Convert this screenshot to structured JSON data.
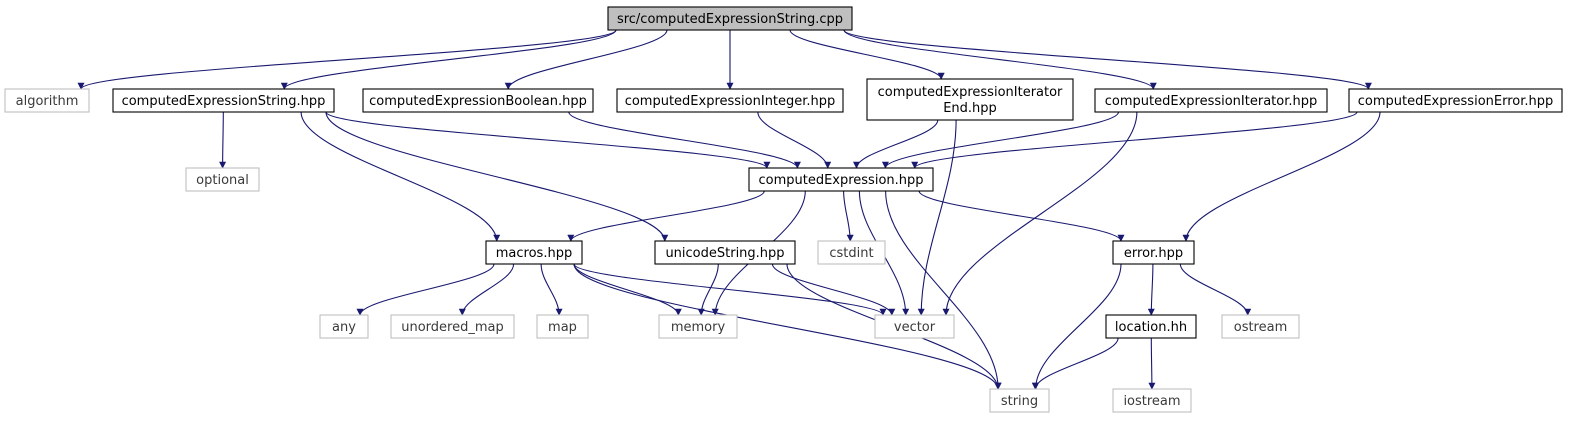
{
  "title": "src/computedExpressionString.cpp",
  "colors": {
    "edge": "#191970",
    "root_fill": "#bfbfbf",
    "node_border": "#000000",
    "external_border": "#bfbfbf"
  },
  "nodes": {
    "root": {
      "lines": [
        "src/computedExpressionString.cpp"
      ],
      "kind": "root"
    },
    "algorithm": {
      "lines": [
        "algorithm"
      ],
      "kind": "external"
    },
    "ceString": {
      "lines": [
        "computedExpressionString.hpp"
      ],
      "kind": "file"
    },
    "ceBoolean": {
      "lines": [
        "computedExpressionBoolean.hpp"
      ],
      "kind": "file"
    },
    "ceInteger": {
      "lines": [
        "computedExpressionInteger.hpp"
      ],
      "kind": "file"
    },
    "ceIterEnd": {
      "lines": [
        "computedExpressionIterator",
        "End.hpp"
      ],
      "kind": "file"
    },
    "ceIterator": {
      "lines": [
        "computedExpressionIterator.hpp"
      ],
      "kind": "file"
    },
    "ceError": {
      "lines": [
        "computedExpressionError.hpp"
      ],
      "kind": "file"
    },
    "optional": {
      "lines": [
        "optional"
      ],
      "kind": "external"
    },
    "ce": {
      "lines": [
        "computedExpression.hpp"
      ],
      "kind": "file"
    },
    "macros": {
      "lines": [
        "macros.hpp"
      ],
      "kind": "file"
    },
    "unicodeString": {
      "lines": [
        "unicodeString.hpp"
      ],
      "kind": "file"
    },
    "cstdint": {
      "lines": [
        "cstdint"
      ],
      "kind": "external"
    },
    "error": {
      "lines": [
        "error.hpp"
      ],
      "kind": "file"
    },
    "any": {
      "lines": [
        "any"
      ],
      "kind": "external"
    },
    "unordered_map": {
      "lines": [
        "unordered_map"
      ],
      "kind": "external"
    },
    "map": {
      "lines": [
        "map"
      ],
      "kind": "external"
    },
    "memory": {
      "lines": [
        "memory"
      ],
      "kind": "external"
    },
    "vector": {
      "lines": [
        "vector"
      ],
      "kind": "external"
    },
    "location": {
      "lines": [
        "location.hh"
      ],
      "kind": "file"
    },
    "ostream": {
      "lines": [
        "ostream"
      ],
      "kind": "external"
    },
    "string": {
      "lines": [
        "string"
      ],
      "kind": "external"
    },
    "iostream": {
      "lines": [
        "iostream"
      ],
      "kind": "external"
    }
  },
  "edges": [
    [
      "root",
      "algorithm"
    ],
    [
      "root",
      "ceString"
    ],
    [
      "root",
      "ceBoolean"
    ],
    [
      "root",
      "ceInteger"
    ],
    [
      "root",
      "ceIterEnd"
    ],
    [
      "root",
      "ceIterator"
    ],
    [
      "root",
      "ceError"
    ],
    [
      "ceString",
      "optional"
    ],
    [
      "ceString",
      "ce"
    ],
    [
      "ceString",
      "macros"
    ],
    [
      "ceString",
      "unicodeString"
    ],
    [
      "ceBoolean",
      "ce"
    ],
    [
      "ceInteger",
      "ce"
    ],
    [
      "ceIterEnd",
      "ce"
    ],
    [
      "ceIterEnd",
      "vector"
    ],
    [
      "ceIterator",
      "ce"
    ],
    [
      "ceIterator",
      "vector"
    ],
    [
      "ceError",
      "ce"
    ],
    [
      "ceError",
      "error"
    ],
    [
      "ce",
      "macros"
    ],
    [
      "ce",
      "memory"
    ],
    [
      "ce",
      "cstdint"
    ],
    [
      "ce",
      "vector"
    ],
    [
      "ce",
      "string"
    ],
    [
      "ce",
      "error"
    ],
    [
      "macros",
      "any"
    ],
    [
      "macros",
      "unordered_map"
    ],
    [
      "macros",
      "map"
    ],
    [
      "macros",
      "memory"
    ],
    [
      "macros",
      "vector"
    ],
    [
      "macros",
      "string"
    ],
    [
      "unicodeString",
      "memory"
    ],
    [
      "unicodeString",
      "vector"
    ],
    [
      "unicodeString",
      "string"
    ],
    [
      "error",
      "location"
    ],
    [
      "error",
      "ostream"
    ],
    [
      "error",
      "string"
    ],
    [
      "location",
      "string"
    ],
    [
      "location",
      "iostream"
    ]
  ]
}
